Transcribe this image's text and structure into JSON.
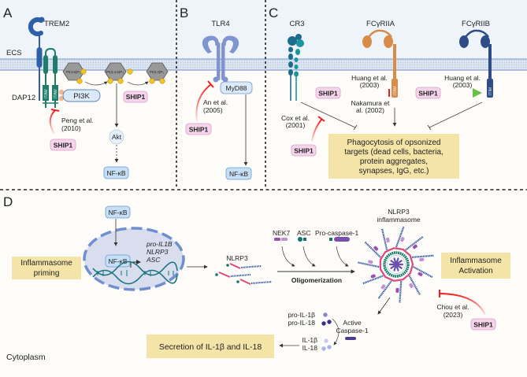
{
  "panels": {
    "A": {
      "label": "A",
      "receptor": "TREM2",
      "compartment": "ECS",
      "adaptor": "DAP12",
      "itam": "ITAM",
      "phospho": "P",
      "kinase": "PI3K",
      "lipids": [
        "PI(4,5)P₂",
        "PI(3,4,5)P₃",
        "PI(3,4)P₂"
      ],
      "phosphatase": "SHIP1",
      "akt": "Akt",
      "nfkb": "NF-κB",
      "inhibitor": "SHIP1",
      "citation_line1": "Peng et al.",
      "citation_line2": "(2010)"
    },
    "B": {
      "label": "B",
      "receptor": "TLR4",
      "adaptor": "MyD88",
      "nfkb": "NF-κB",
      "inhibitor": "SHIP1",
      "citation_line1": "An et al.",
      "citation_line2": "(2005)"
    },
    "C": {
      "label": "C",
      "receptors": [
        "CR3",
        "FCγRIIA",
        "FCγRIIB"
      ],
      "itam": "ITAM",
      "itim": "ITIM",
      "inhibitor": "SHIP1",
      "cox_line1": "Cox et al.",
      "cox_line2": "(2001)",
      "huang_a_line1": "Huang et al.",
      "huang_a_line2": "(2003)",
      "nakamura_line1": "Nakamura et",
      "nakamura_line2": "al. (2002)",
      "huang_b_line1": "Huang et al.",
      "huang_b_line2": "(2003)",
      "outcome_lines": [
        "Phagocytosis of opsonized",
        "targets (dead cells, bacteria,",
        "protein aggregates,",
        "synapses, IgG, etc.)"
      ]
    },
    "D": {
      "label": "D",
      "nfkb_top": "NF-κB",
      "nfkb_nucleus": "NF-κB",
      "genes": [
        "pro-IL1B",
        "NLRP3",
        "ASC"
      ],
      "priming_lines": [
        "Inflammasome",
        "priming"
      ],
      "nlrp3": "NLRP3",
      "components": [
        "NEK7",
        "ASC",
        "Pro-caspase-1"
      ],
      "oligomerization": "Oligomerization",
      "inflammasome_lines": [
        "NLRP3",
        "inflammasome"
      ],
      "activation_lines": [
        "Inflammasome",
        "Activation"
      ],
      "inhibitor": "SHIP1",
      "chou_line1": "Chou et al.",
      "chou_line2": "(2023)",
      "caspase_lines": [
        "Active",
        "Caspase-1"
      ],
      "pro_il1b": "pro-IL-1β",
      "pro_il18": "pro-IL-18",
      "il1b": "IL-1β",
      "il18": "IL-18",
      "secretion": "Secretion of IL-1β and IL-18",
      "compartment": "Cytoplasm"
    }
  },
  "colors": {
    "ecs_bg": "#eef4fa",
    "cyto_bg": "#fdfcf8",
    "membrane": "#b9c9e4",
    "ship1_fill": "#f6d5ec",
    "ship1_stroke": "#d89fc8",
    "nfkb_fill": "#c7dff5",
    "nfkb_stroke": "#6c9bd0",
    "note_fill": "#f5e4a8",
    "inhibit_red": "#f01e1e",
    "activate_green": "#6cc04a",
    "trem2_blue": "#2f5fa8",
    "dap12_green": "#1f7d6a",
    "tlr4": "#8094cf",
    "fcriia": "#d98c4a",
    "fcriib": "#2e4d86",
    "cr3": "#1c6c8d",
    "nlrp3_pink": "#e0457a",
    "nlrp3_blue": "#2f56a5",
    "asc_teal": "#12756c",
    "purple": "#a274c8"
  }
}
